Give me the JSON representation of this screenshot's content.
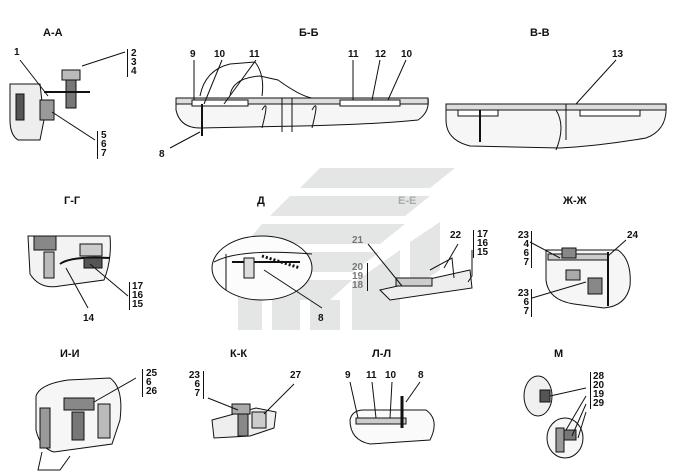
{
  "sections": {
    "aa": "А-А",
    "bb": "Б-Б",
    "vv": "В-В",
    "gg": "Г-Г",
    "d": "Д",
    "ee": "Е-Е",
    "zhzh": "Ж-Ж",
    "ii": "И-И",
    "kk": "К-К",
    "ll": "Л-Л",
    "m": "М"
  },
  "callouts": {
    "aa_1": "1",
    "aa_stack_top": [
      "2",
      "3",
      "4"
    ],
    "aa_stack_bottom": [
      "5",
      "6",
      "7"
    ],
    "bb_9": "9",
    "bb_10a": "10",
    "bb_11a": "11",
    "bb_11b": "11",
    "bb_12": "12",
    "bb_10b": "10",
    "bb_8": "8",
    "vv_13": "13",
    "gg_14": "14",
    "gg_stack": [
      "17",
      "16",
      "15"
    ],
    "d_8": "8",
    "ee_21": "21",
    "ee_22": "22",
    "ee_stack_left": [
      "20",
      "19",
      "18"
    ],
    "ee_stack_right": [
      "17",
      "16",
      "15"
    ],
    "zhzh_stack_top": [
      "23",
      "4",
      "6",
      "7"
    ],
    "zhzh_24": "24",
    "zhzh_stack_bottom": [
      "23",
      "6",
      "7"
    ],
    "ii_stack": [
      "25",
      "6",
      "26"
    ],
    "kk_stack": [
      "23",
      "6",
      "7"
    ],
    "kk_27": "27",
    "ll_9": "9",
    "ll_11": "11",
    "ll_10": "10",
    "ll_8": "8",
    "m_stack": [
      "28",
      "20",
      "19",
      "29"
    ]
  }
}
